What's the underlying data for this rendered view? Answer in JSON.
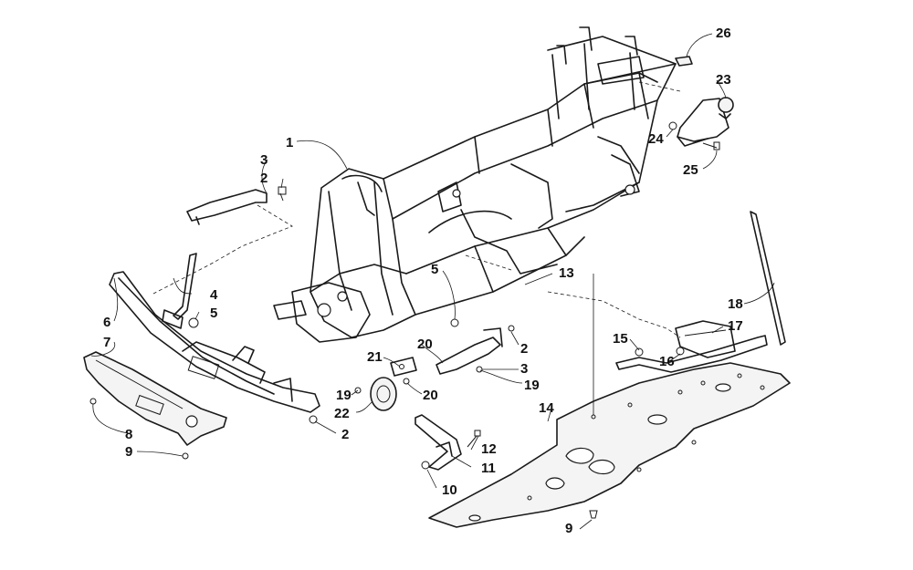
{
  "callouts": [
    {
      "id": "c1",
      "text": "1"
    },
    {
      "id": "c3a",
      "text": "3"
    },
    {
      "id": "c2a",
      "text": "2"
    },
    {
      "id": "c4",
      "text": "4"
    },
    {
      "id": "c5a",
      "text": "5"
    },
    {
      "id": "c6",
      "text": "6"
    },
    {
      "id": "c7",
      "text": "7"
    },
    {
      "id": "c8",
      "text": "8"
    },
    {
      "id": "c9a",
      "text": "9"
    },
    {
      "id": "c2b",
      "text": "2"
    },
    {
      "id": "c5b",
      "text": "5"
    },
    {
      "id": "c13",
      "text": "13"
    },
    {
      "id": "c20a",
      "text": "20"
    },
    {
      "id": "c21",
      "text": "21"
    },
    {
      "id": "c2c",
      "text": "2"
    },
    {
      "id": "c3b",
      "text": "3"
    },
    {
      "id": "c19a",
      "text": "19"
    },
    {
      "id": "c19b",
      "text": "19"
    },
    {
      "id": "c20b",
      "text": "20"
    },
    {
      "id": "c22",
      "text": "22"
    },
    {
      "id": "c14",
      "text": "14"
    },
    {
      "id": "c12",
      "text": "12"
    },
    {
      "id": "c11",
      "text": "11"
    },
    {
      "id": "c10",
      "text": "10"
    },
    {
      "id": "c15",
      "text": "15"
    },
    {
      "id": "c16",
      "text": "16"
    },
    {
      "id": "c17",
      "text": "17"
    },
    {
      "id": "c18",
      "text": "18"
    },
    {
      "id": "c9b",
      "text": "9"
    },
    {
      "id": "c26",
      "text": "26"
    },
    {
      "id": "c23",
      "text": "23"
    },
    {
      "id": "c24",
      "text": "24"
    },
    {
      "id": "c25",
      "text": "25"
    }
  ]
}
